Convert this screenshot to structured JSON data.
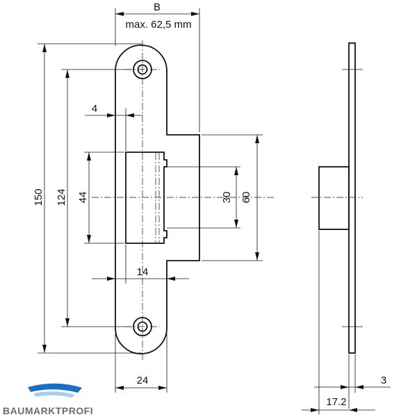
{
  "drawing": {
    "front_view": {
      "width_label": "B",
      "width_note": "max. 62,5 mm",
      "dimensions": {
        "overall_height": "150",
        "hole_spacing": "124",
        "pocket_height": "44",
        "inset_width": "4",
        "bolt_opening": "30",
        "tab_height": "60",
        "slot_width": "14",
        "plate_width": "24"
      }
    },
    "side_view": {
      "dimensions": {
        "plate_thickness": "3",
        "total_depth": "17.2"
      }
    }
  },
  "logo": {
    "brand": "BAUMARKTPROFI",
    "colors": {
      "primary": "#1a6fc4",
      "accent": "#9fd2f0",
      "text": "#6b6b6b"
    }
  }
}
